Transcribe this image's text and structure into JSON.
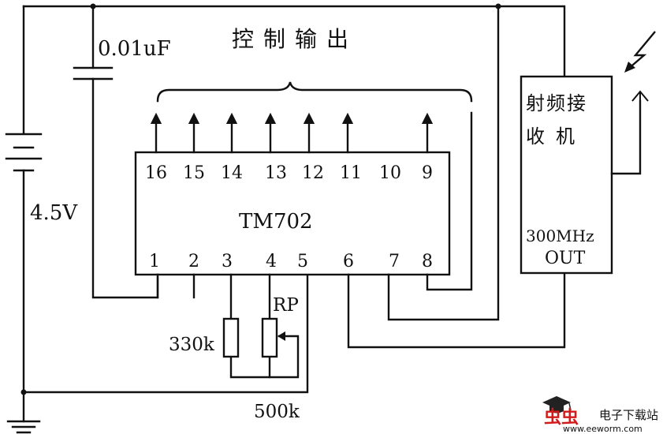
{
  "circuit": {
    "chip_label": "TM702",
    "control_output_label": "控制输出",
    "capacitor_label": "0.01uF",
    "battery_label": "4.5V",
    "resistor_label": "330k",
    "pot_label": "RP",
    "pot_value_label": "500k",
    "receiver_label_line1": "射频接",
    "receiver_label_line2": "收机",
    "receiver_freq_label": "300MHz",
    "receiver_out_label": "OUT",
    "top_pins": [
      "16",
      "15",
      "14",
      "13",
      "12",
      "11",
      "10",
      "9"
    ],
    "bottom_pins": [
      "1",
      "2",
      "3",
      "4",
      "5",
      "6",
      "7",
      "8"
    ]
  },
  "watermark": {
    "logo_text": "虫虫",
    "site_name": "电子下载站",
    "url": "www.eeworm.com"
  }
}
